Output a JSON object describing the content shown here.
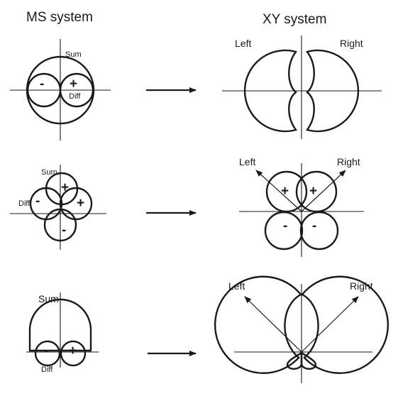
{
  "headers": {
    "ms": "MS system",
    "xy": "XY system"
  },
  "rows": [
    {
      "ms_labels": {
        "sum": "Sum",
        "diff": "Diff",
        "minus": "-",
        "plus": "+"
      },
      "xy_labels": {
        "left": "Left",
        "right": "Right"
      }
    },
    {
      "ms_labels": {
        "sum": "Sum",
        "diff": "Diff",
        "plus_top": "+",
        "minus_left": "-",
        "plus_right": "+",
        "minus_bottom": "-"
      },
      "xy_labels": {
        "left": "Left",
        "right": "Right",
        "plus_left": "+",
        "plus_right": "+",
        "minus_left": "-",
        "minus_right": "-"
      }
    },
    {
      "ms_labels": {
        "sum": "Sum",
        "diff": "Diff",
        "minus": "-",
        "plus": "+"
      },
      "xy_labels": {
        "left": "Left",
        "right": "Right"
      }
    }
  ],
  "colors": {
    "ink": "#1a1a1a",
    "background": "#ffffff"
  }
}
